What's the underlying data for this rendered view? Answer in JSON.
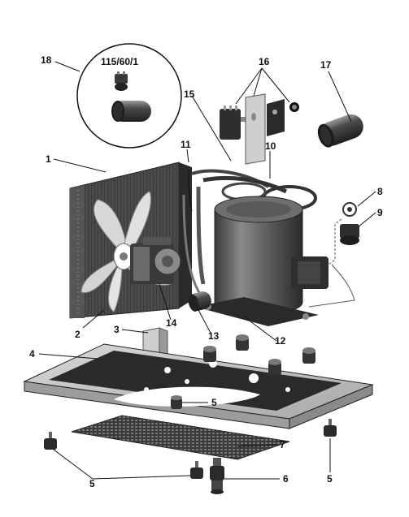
{
  "inset": {
    "voltage_label": "115/60/1"
  },
  "callouts": [
    {
      "id": "18",
      "label": "18"
    },
    {
      "id": "16",
      "label": "16"
    },
    {
      "id": "17",
      "label": "17"
    },
    {
      "id": "15",
      "label": "15"
    },
    {
      "id": "1",
      "label": "1"
    },
    {
      "id": "11",
      "label": "11"
    },
    {
      "id": "10",
      "label": "10"
    },
    {
      "id": "8",
      "label": "8"
    },
    {
      "id": "9",
      "label": "9"
    },
    {
      "id": "2",
      "label": "2"
    },
    {
      "id": "3",
      "label": "3"
    },
    {
      "id": "14",
      "label": "14"
    },
    {
      "id": "13",
      "label": "13"
    },
    {
      "id": "12",
      "label": "12"
    },
    {
      "id": "4",
      "label": "4"
    },
    {
      "id": "5a",
      "label": "5"
    },
    {
      "id": "7",
      "label": "7"
    },
    {
      "id": "5b",
      "label": "5"
    },
    {
      "id": "5c",
      "label": "5"
    },
    {
      "id": "6",
      "label": "6"
    }
  ]
}
